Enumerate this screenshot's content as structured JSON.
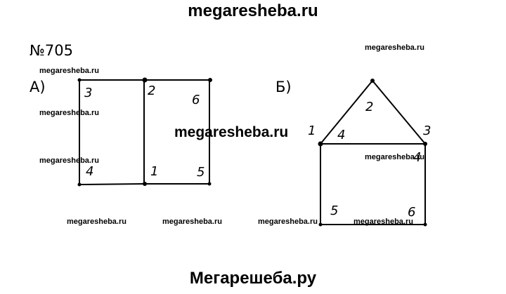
{
  "header": {
    "site": "megaresheba.ru"
  },
  "footer": {
    "site": "Мегарешеба.ру"
  },
  "problem": {
    "number": "№705"
  },
  "parts": [
    {
      "label": "А)",
      "vertex_labels": [
        "3",
        "2",
        "6",
        "4",
        "1",
        "5"
      ]
    },
    {
      "label": "Б)",
      "vertex_labels": [
        "2",
        "1",
        "4",
        "3",
        "4",
        "5",
        "6"
      ]
    }
  ],
  "watermarks": {
    "small": "megaresheba.ru",
    "large": "megaresheba.ru"
  }
}
